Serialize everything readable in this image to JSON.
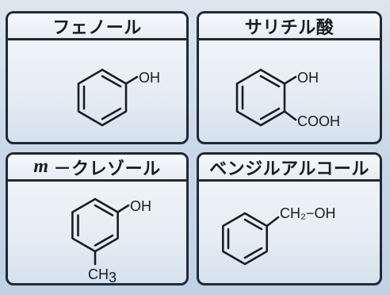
{
  "panels": [
    {
      "title": "フェノール",
      "labels": {
        "oh": "OH"
      }
    },
    {
      "title": "サリチル酸",
      "labels": {
        "oh": "OH",
        "cooh": "COOH"
      }
    },
    {
      "title_prefix": "m",
      "title": "－クレゾール",
      "labels": {
        "oh": "OH",
        "ch": "CH",
        "ch_sub": "3"
      }
    },
    {
      "title": "ベンジルアルコール",
      "labels": {
        "ch2oh": "CH₂−OH"
      }
    }
  ]
}
